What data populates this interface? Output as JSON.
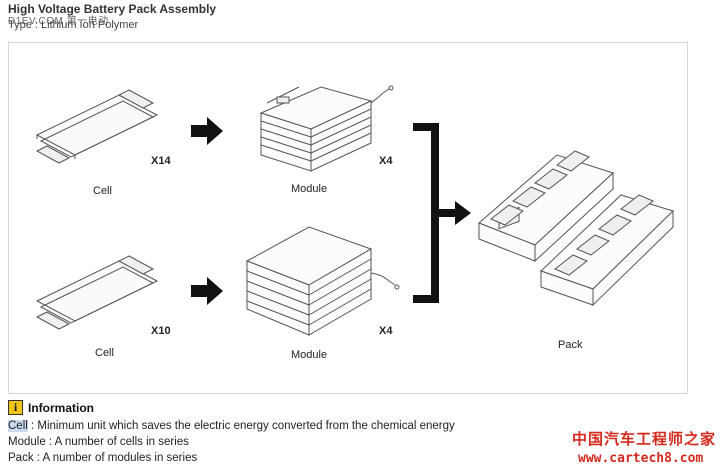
{
  "document": {
    "title": "High Voltage Battery Pack Assembly",
    "subtitle": "Type : Lithium Ion Polymer",
    "watermark_top": "D1EV.COM 第一电动"
  },
  "figure": {
    "row1": {
      "cell_label": "Cell",
      "cell_count": "X14",
      "module_label": "Module",
      "module_count": "X4"
    },
    "row2": {
      "cell_label": "Cell",
      "cell_count": "X10",
      "module_label": "Module",
      "module_count": "X4"
    },
    "pack_label": "Pack"
  },
  "info": {
    "icon_glyph": "i",
    "title": "Information",
    "lines": [
      {
        "term": "Cell",
        "text": " : Minimum unit which saves the electric energy converted from the chemical energy"
      },
      {
        "term": "Module",
        "text": " : A number of cells in series"
      },
      {
        "term": "Pack",
        "text": " : A number of modules in series"
      }
    ]
  },
  "watermark": {
    "cn": "中国汽车工程师之家",
    "url": "www.cartech8.com",
    "color": "#d42a1e"
  }
}
